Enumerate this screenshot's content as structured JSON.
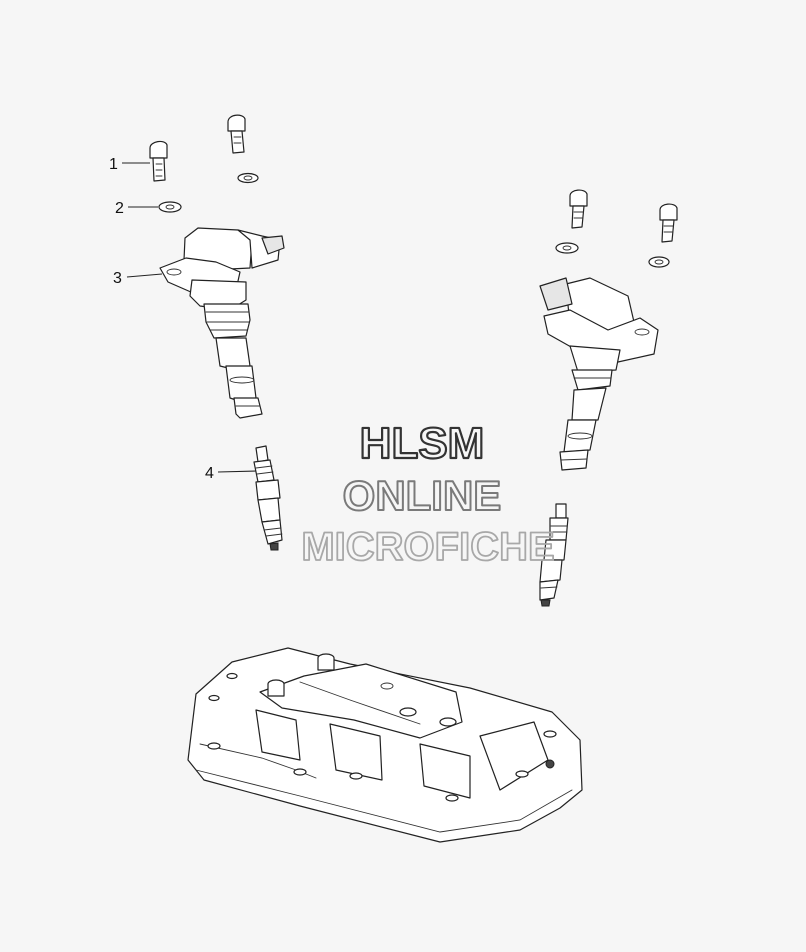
{
  "callouts": [
    {
      "label": "1"
    },
    {
      "label": "2"
    },
    {
      "label": "3"
    },
    {
      "label": "4"
    }
  ],
  "watermark": {
    "line1": "HLSM",
    "line2": "ONLINE",
    "line3": "MICROFICHE"
  },
  "colors": {
    "background": "#f6f6f6",
    "linework": "#222222",
    "watermark_dark": "#333333",
    "watermark_light": "#9a9a9a"
  }
}
